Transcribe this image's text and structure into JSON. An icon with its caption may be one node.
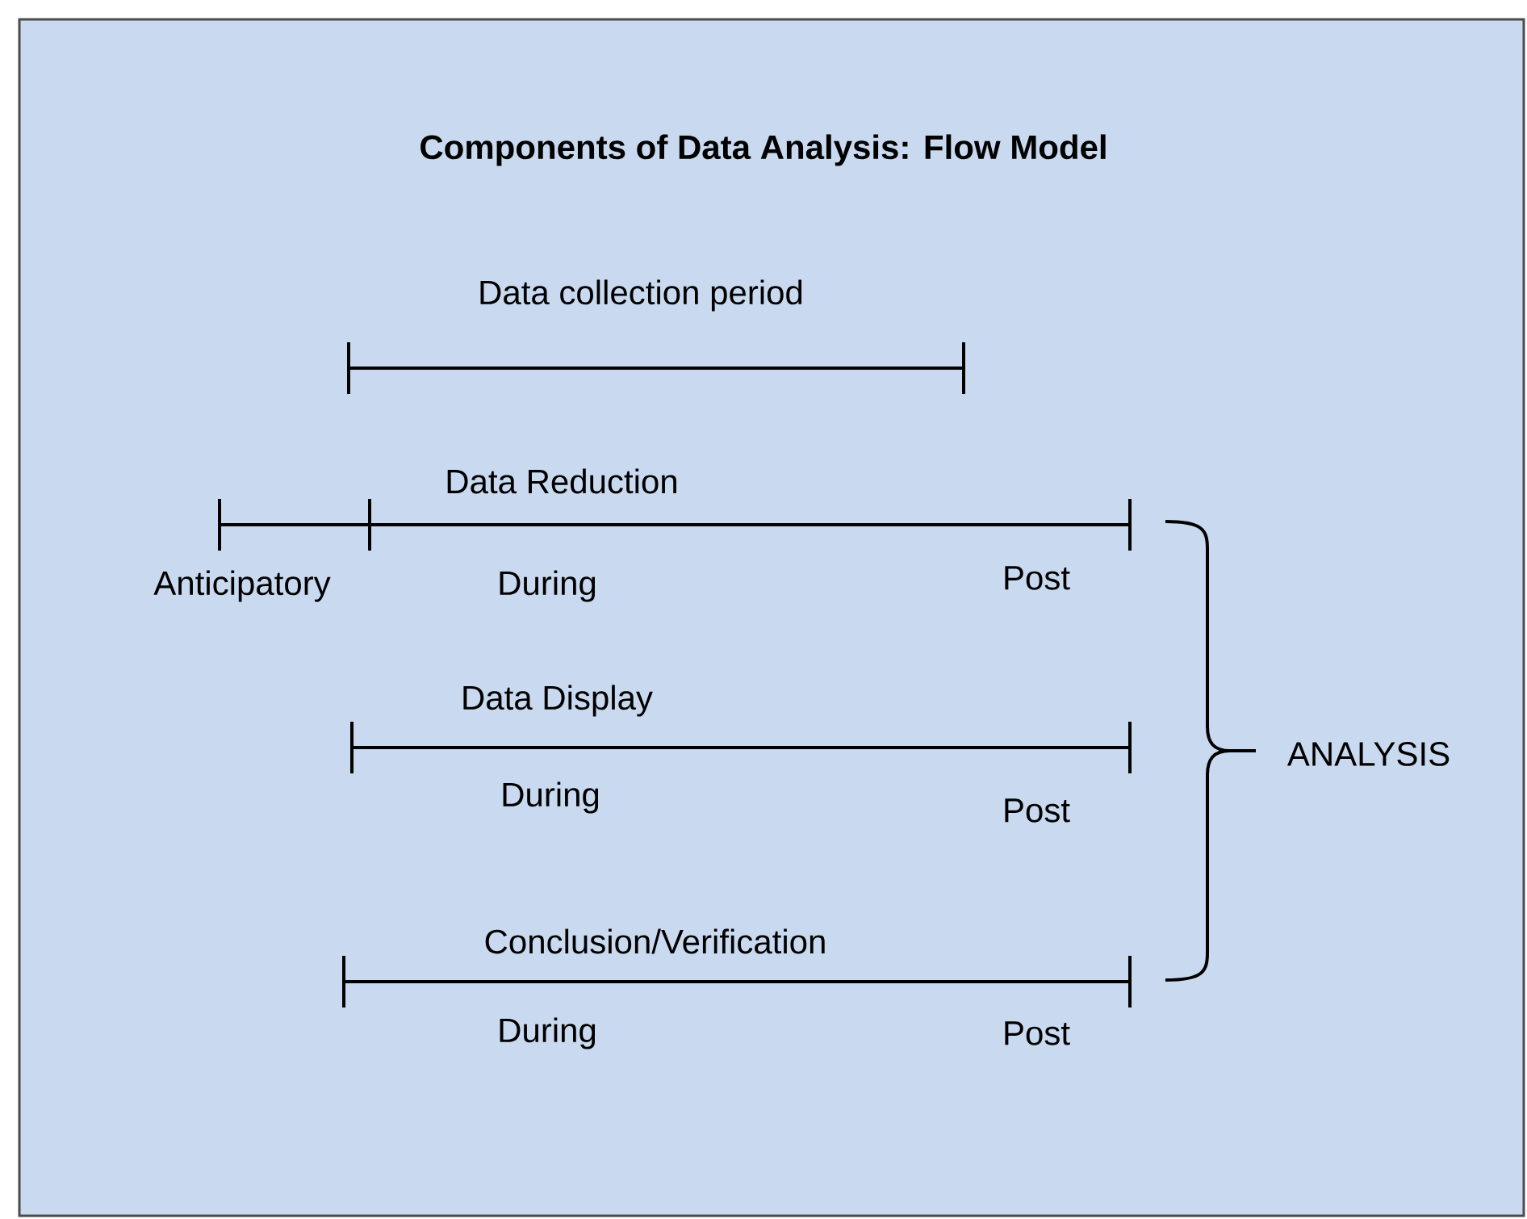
{
  "diagram": {
    "title": "Components of Data Analysis: Flow Model",
    "labels": [
      "Data collection period",
      "Data Reduction",
      "Anticipatory",
      "During",
      "Post",
      "Data Display",
      "ANALYSIS",
      "During",
      "Post",
      "Conclusion/Verification",
      "During",
      "Post"
    ]
  }
}
